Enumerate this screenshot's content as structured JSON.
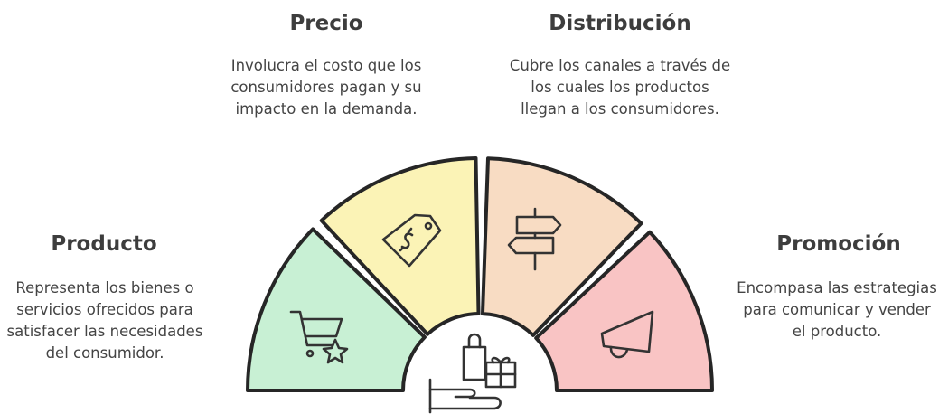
{
  "colors": {
    "producto": "#c8f0d4",
    "precio": "#fbf3b6",
    "distribucion": "#f8dcc3",
    "promocion": "#f9c4c4",
    "outline": "#262626",
    "text": "#3d3d3d"
  },
  "segments": [
    {
      "id": "producto",
      "title": "Producto",
      "description": "Representa los bienes o servicios ofrecidos para satisfacer las necesidades del consumidor.",
      "icon": "shopping-cart-star-icon",
      "color": "#c8f0d4"
    },
    {
      "id": "precio",
      "title": "Precio",
      "description": "Involucra el costo que los consumidores pagan y su impacto en la demanda.",
      "icon": "price-tag-icon",
      "color": "#fbf3b6"
    },
    {
      "id": "distribucion",
      "title": "Distribución",
      "description": "Cubre los canales a través de los cuales los productos llegan a los consumidores.",
      "icon": "signpost-icon",
      "color": "#f8dcc3"
    },
    {
      "id": "promocion",
      "title": "Promoción",
      "description": "Encompasa las estrategias para comunicar y vender el producto.",
      "icon": "megaphone-icon",
      "color": "#f9c4c4"
    }
  ],
  "center_icon": "shopping-hand-gift-icon"
}
